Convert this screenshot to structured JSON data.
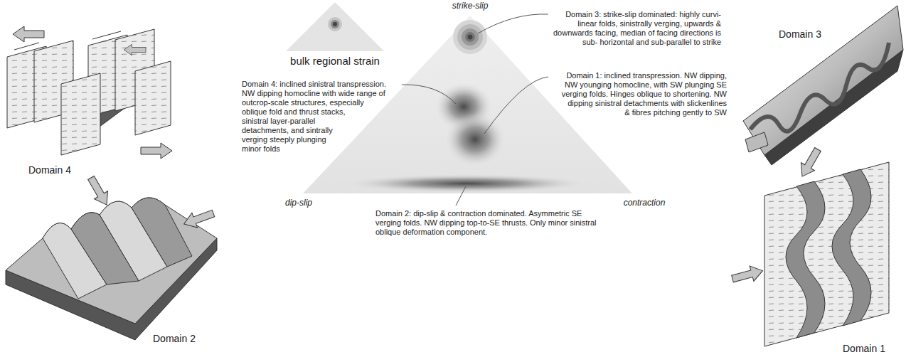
{
  "diagram": {
    "labels": [
      "strike-slip",
      "bulk regional strain",
      "Domain 3: strike-slip dominated: highly curvi-linear folds, sinistrally verging, upwards & downwards facing, median of facing directions is sub- horizontal and sub-parallel to strike",
      "Domain 4: inclined sinistral transpression. NW dipping homocline with wide range of outcrop-scale structures, especially oblique fold and thrust stacks, sinistral layer-parallel detachments, and sintrally verging steeply plunging minor folds",
      "Domain 1: inclined transpression. NW dipping, NW younging homocline, with SW plunging SE verging folds. Hinges oblique to shortening. NW dipping sinistral detachments with slickenlines & fibres pitching gently to SW",
      "dip-slip",
      "contraction",
      "Domain 2: dip-slip & contraction dominated. Asymmetric SE verging folds. NW dipping top-to-SE thrusts. Only minor sinistral oblique deformation component.",
      "Domain 4",
      "Domain 2",
      "Domain 3",
      "Domain 1"
    ]
  }
}
